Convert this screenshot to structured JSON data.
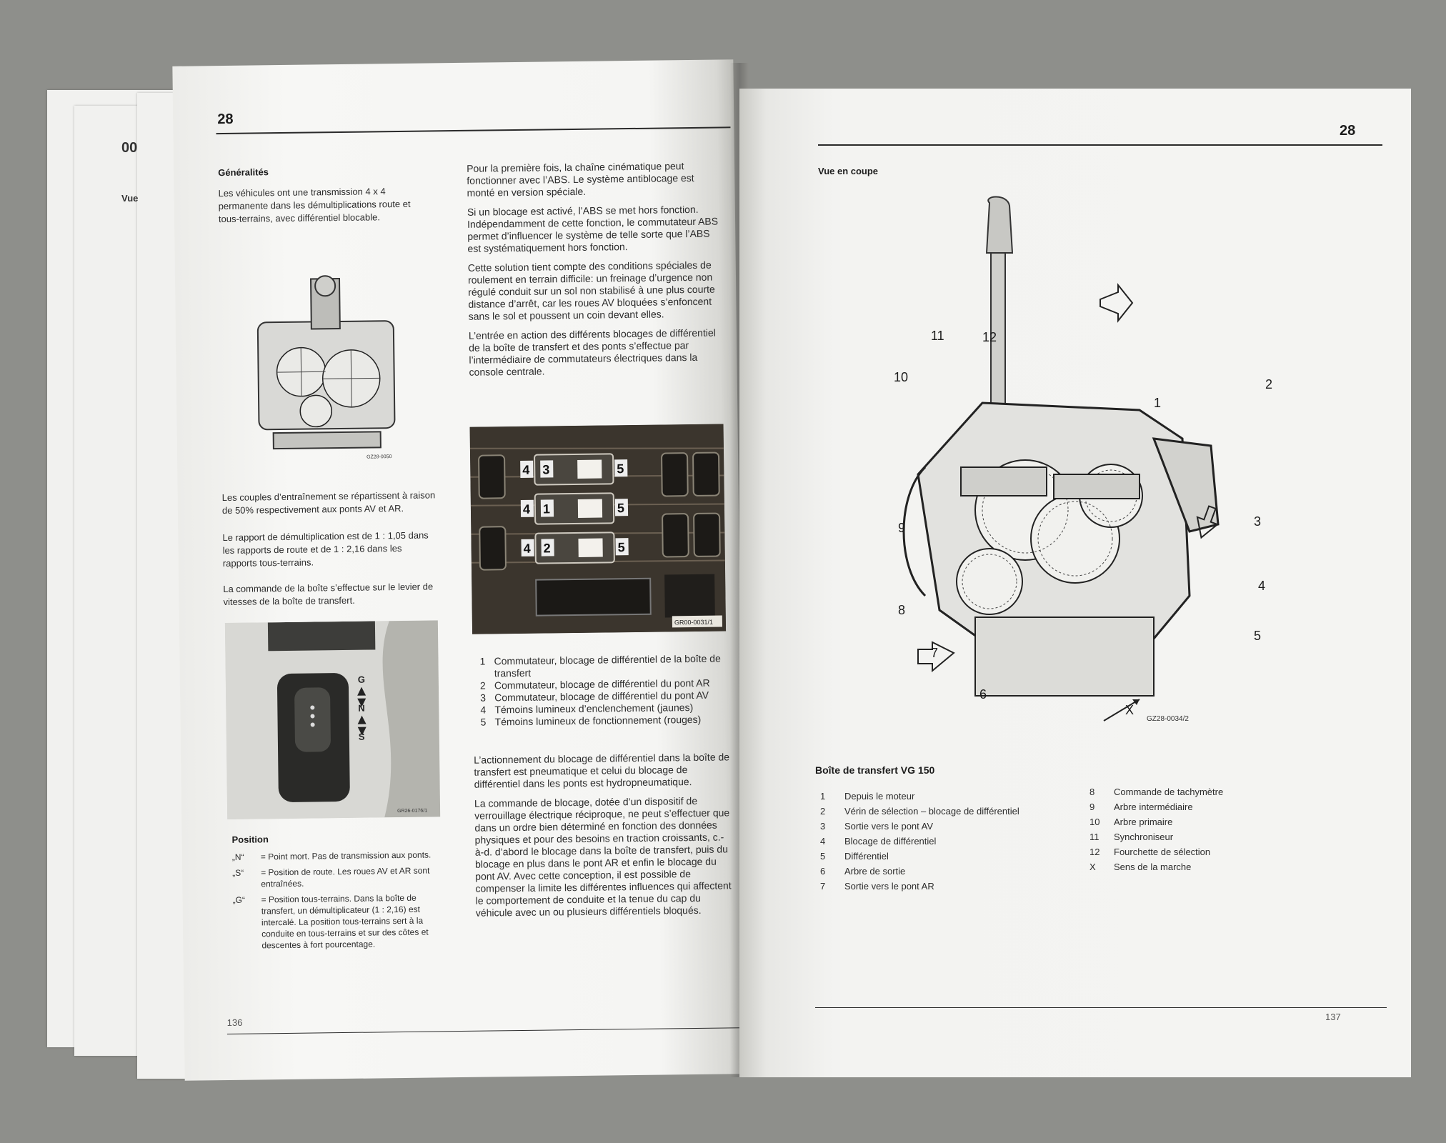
{
  "left_page": {
    "chapter": "28",
    "page_number": "136",
    "heading": "Généralités",
    "intro": "Les véhicules ont une transmission 4 x 4 permanente dans les démultiplications route et tous-terrains, avec différentiel blocable.",
    "fig1_code": "GZ28-0050",
    "para_torque": "Les couples d’entraînement se répartissent à raison de 50% respectivement aux ponts AV et AR.",
    "para_ratio": "Le rapport de démultiplication est de 1 : 1,05 dans les rapports de route et de 1 : 2,16 dans les rapports tous-terrains.",
    "para_command": "La commande de la boîte s’effectue sur le levier de vitesses de la boîte de transfert.",
    "lever_labels": [
      "G",
      "N",
      "S"
    ],
    "fig2_code": "GR26-0176/1",
    "position_heading": "Position",
    "positions": [
      {
        "key": "„N“",
        "text": "= Point mort. Pas de transmission aux ponts."
      },
      {
        "key": "„S“",
        "text": "= Position de route. Les roues AV et AR sont entraînées."
      },
      {
        "key": "„G“",
        "text": "= Position tous-terrains. Dans la boîte de transfert, un démultiplicateur (1 : 2,16) est intercalé. La position tous-terrains sert à la conduite en tous-terrains et sur des côtes et descentes à fort pourcentage."
      }
    ],
    "col2": {
      "p1": "Pour la première fois, la chaîne cinématique peut fonctionner avec l’ABS. Le système antiblocage est monté en version spéciale.",
      "p2": "Si un blocage est activé, l’ABS se met hors fonction. Indépendamment de cette fonction, le commutateur ABS permet d’influencer le système de telle sorte que l’ABS est systématiquement hors fonction.",
      "p3": "Cette solution tient compte des conditions spéciales de roulement en terrain difficile: un freinage d’urgence non régulé conduit sur un sol non stabilisé à une plus courte distance d’arrêt, car les roues AV bloquées s’enfoncent sans le sol et poussent un coin devant elles.",
      "p4": "L’entrée en action des différents blocages de différentiel de la boîte de transfert et des ponts s’effectue par l’intermédiaire de commutateurs électriques dans la console centrale.",
      "p5": "L’actionnement du blocage de différentiel dans la boîte de transfert est pneumatique et celui du blocage de différentiel dans les ponts est hydropneumatique.",
      "p6": "La commande de blocage, dotée d’un dispositif de verrouillage électrique réciproque, ne peut s’effectuer que dans un ordre bien déterminé en fonction des données physiques et pour des besoins en traction croissants, c.-à-d. d’abord le blocage dans la boîte de transfert, puis du blocage en plus dans le pont AR et enfin le blocage du pont AV. Avec cette conception, il est possible de compenser la limite les différentes influences qui affectent le comportement de conduite et la tenue du cap du véhicule avec un ou plusieurs différentiels bloqués."
    },
    "switch_labels": {
      "n4": "4",
      "n5": "5",
      "n1": "1",
      "n2": "2",
      "n3": "3"
    },
    "fig3_code": "GR00-0031/1",
    "switch_legend": [
      {
        "n": "1",
        "text": "Commutateur, blocage de différentiel de la boîte de transfert"
      },
      {
        "n": "2",
        "text": "Commutateur, blocage de différentiel du pont AR"
      },
      {
        "n": "3",
        "text": "Commutateur, blocage de différentiel du pont AV"
      },
      {
        "n": "4",
        "text": "Témoins lumineux d’enclenchement (jaunes)"
      },
      {
        "n": "5",
        "text": "Témoins lumineux de fonctionnement (rouges)"
      }
    ]
  },
  "right_page": {
    "chapter": "28",
    "page_number": "137",
    "heading": "Vue en coupe",
    "fig_code": "GZ28-0034/2",
    "callouts": [
      "1",
      "2",
      "3",
      "4",
      "5",
      "6",
      "7",
      "8",
      "9",
      "10",
      "11",
      "12",
      "X"
    ],
    "caption_title": "Boîte de transfert VG 150",
    "legend_left": [
      {
        "n": "1",
        "text": "Depuis le moteur"
      },
      {
        "n": "2",
        "text": "Vérin de sélection – blocage de différentiel"
      },
      {
        "n": "3",
        "text": "Sortie vers le pont AV"
      },
      {
        "n": "4",
        "text": "Blocage de différentiel"
      },
      {
        "n": "5",
        "text": "Différentiel"
      },
      {
        "n": "6",
        "text": "Arbre de sortie"
      },
      {
        "n": "7",
        "text": "Sortie vers le pont AR"
      }
    ],
    "legend_right": [
      {
        "n": "8",
        "text": "Commande de tachymètre"
      },
      {
        "n": "9",
        "text": "Arbre intermédiaire"
      },
      {
        "n": "10",
        "text": "Arbre primaire"
      },
      {
        "n": "11",
        "text": "Synchroniseur"
      },
      {
        "n": "12",
        "text": "Fourchette de sélection"
      },
      {
        "n": "X",
        "text": "Sens de la marche"
      }
    ]
  },
  "background_book": {
    "chapter_fragment": "00",
    "heading_fragment": "Vue"
  }
}
